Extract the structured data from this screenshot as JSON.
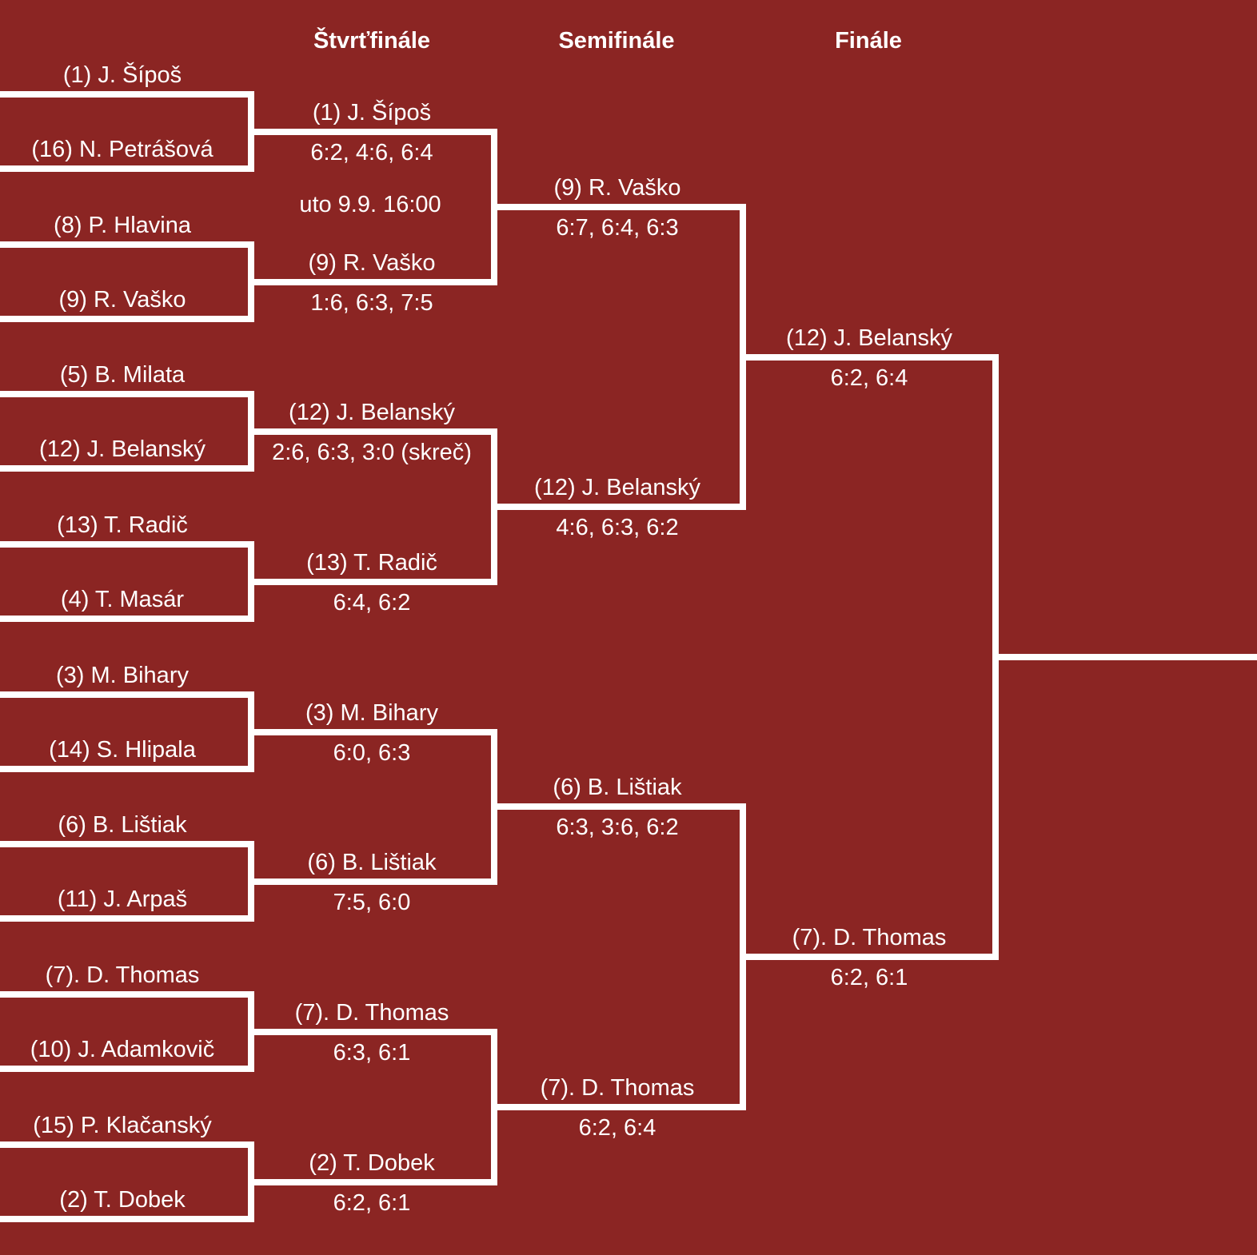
{
  "headers": {
    "quarterfinal": "Štvrťfinále",
    "semifinal": "Semifinále",
    "final": "Finále"
  },
  "round_of_16": [
    {
      "top": "(1) J. Šípoš",
      "bottom": "(16) N. Petrášová"
    },
    {
      "top": "(8) P. Hlavina",
      "bottom": "(9) R. Vaško"
    },
    {
      "top": "(5) B. Milata",
      "bottom": "(12) J. Belanský"
    },
    {
      "top": "(13) T. Radič",
      "bottom": "(4) T. Masár"
    },
    {
      "top": "(3) M. Bihary",
      "bottom": "(14) S. Hlipala"
    },
    {
      "top": "(6) B. Lištiak",
      "bottom": "(11) J. Arpaš"
    },
    {
      "top": "(7). D. Thomas",
      "bottom": "(10) J. Adamkovič"
    },
    {
      "top": "(15) P. Klačanský",
      "bottom": "(2) T. Dobek"
    }
  ],
  "quarterfinal_winners": [
    {
      "name": "(1) J. Šípoš",
      "score": "6:2, 4:6, 6:4"
    },
    {
      "name": "(9) R. Vaško",
      "score": "1:6, 6:3, 7:5"
    },
    {
      "name": "(12) J. Belanský",
      "score": "2:6, 6:3, 3:0 (skreč)"
    },
    {
      "name": "(13) T. Radič",
      "score": "6:4, 6:2"
    },
    {
      "name": "(3) M. Bihary",
      "score": "6:0, 6:3"
    },
    {
      "name": "(6) B. Lištiak",
      "score": "7:5, 6:0"
    },
    {
      "name": "(7). D. Thomas",
      "score": "6:3, 6:1"
    },
    {
      "name": "(2) T. Dobek",
      "score": "6:2, 6:1"
    }
  ],
  "scheduled_match": "uto 9.9. 16:00",
  "semifinal_winners": [
    {
      "name": "(9) R. Vaško",
      "score": "6:7, 6:4, 6:3"
    },
    {
      "name": "(12) J. Belanský",
      "score": "4:6, 6:3, 6:2"
    },
    {
      "name": "(6) B. Lištiak",
      "score": "6:3, 3:6, 6:2"
    },
    {
      "name": "(7). D. Thomas",
      "score": "6:2, 6:4"
    }
  ],
  "final_winners": [
    {
      "name": "(12) J. Belanský",
      "score": "6:2, 6:4"
    },
    {
      "name": "(7). D. Thomas",
      "score": "6:2, 6:1"
    }
  ],
  "colors": {
    "background": "#8b2523",
    "lines": "#ffffff",
    "text": "#ffffff"
  }
}
